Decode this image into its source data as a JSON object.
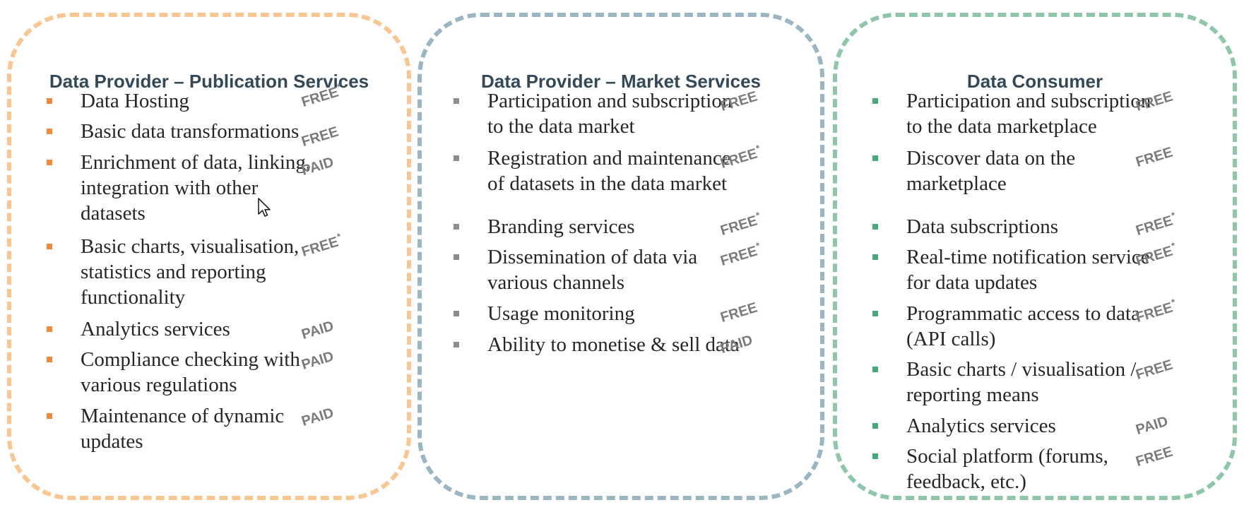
{
  "colors": {
    "panel_publication": "#f9c691",
    "panel_market": "#9ab6c3",
    "panel_consumer": "#8ec6a8",
    "bullet_publication": "#ef8a3c",
    "bullet_market": "#8c8c8c",
    "bullet_consumer": "#49a77c",
    "badge": "#7b7b7b",
    "title": "#33495a"
  },
  "panels": [
    {
      "title": "Data Provider – Publication Services",
      "items": [
        {
          "text": "Data Hosting",
          "badge": "FREE",
          "asterisk": "*"
        },
        {
          "text": "Basic data transformations",
          "badge": "FREE",
          "asterisk": ""
        },
        {
          "text": "Enrichment of data, linking,\nintegration with other\ndatasets",
          "badge": "PAID",
          "asterisk": ""
        },
        {
          "text": "Basic charts, visualisation,\nstatistics and reporting\nfunctionality",
          "badge": "FREE",
          "asterisk": "*"
        },
        {
          "text": "Analytics services",
          "badge": "PAID",
          "asterisk": ""
        },
        {
          "text": "Compliance checking with\nvarious regulations",
          "badge": "PAID",
          "asterisk": ""
        },
        {
          "text": "Maintenance of dynamic\nupdates",
          "badge": "PAID",
          "asterisk": ""
        }
      ]
    },
    {
      "title": "Data Provider – Market Services",
      "items": [
        {
          "text": "Participation and subscription\nto the data market",
          "badge": "FREE",
          "asterisk": ""
        },
        {
          "text": "Registration and maintenance\nof datasets in the data market",
          "badge": "FREE",
          "asterisk": "*"
        },
        {
          "text": "Branding services",
          "badge": "FREE",
          "asterisk": "*"
        },
        {
          "text": "Dissemination of data via\nvarious channels",
          "badge": "FREE",
          "asterisk": "*"
        },
        {
          "text": "Usage monitoring",
          "badge": "FREE",
          "asterisk": ""
        },
        {
          "text": "Ability to monetise & sell data",
          "badge": "PAID",
          "asterisk": ""
        }
      ]
    },
    {
      "title": "Data Consumer",
      "items": [
        {
          "text": "Participation and subscription\nto the data marketplace",
          "badge": "FREE",
          "asterisk": ""
        },
        {
          "text": "Discover data on the\nmarketplace",
          "badge": "FREE",
          "asterisk": ""
        },
        {
          "text": "Data subscriptions",
          "badge": "FREE",
          "asterisk": "*"
        },
        {
          "text": "Real-time notification service\nfor data updates",
          "badge": "FREE",
          "asterisk": "*"
        },
        {
          "text": "Programmatic access to data\n(API calls)",
          "badge": "FREE",
          "asterisk": "*"
        },
        {
          "text": "Basic charts / visualisation /\nreporting means",
          "badge": "FREE",
          "asterisk": ""
        },
        {
          "text": "Analytics services",
          "badge": "PAID",
          "asterisk": ""
        },
        {
          "text": "Social platform (forums,\nfeedback, etc.)",
          "badge": "FREE",
          "asterisk": ""
        }
      ]
    }
  ]
}
